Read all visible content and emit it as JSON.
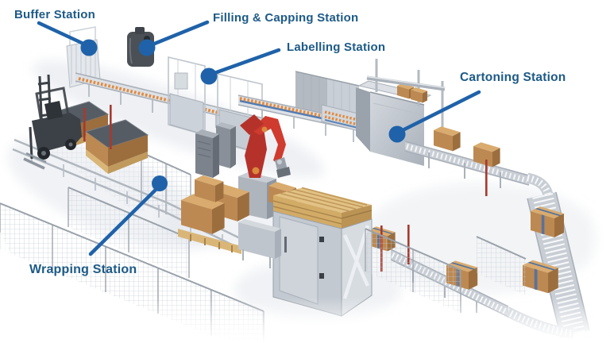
{
  "annotations": {
    "buffer": {
      "label": "Buffer Station"
    },
    "filling_capping": {
      "label": "Filling & Capping Station"
    },
    "labelling": {
      "label": "Labelling Station"
    },
    "cartoning": {
      "label": "Cartoning Station"
    },
    "wrapping": {
      "label": "Wrapping Station"
    }
  },
  "colors": {
    "label_text": "#1d5a87",
    "leader_blue": "#1f62a9",
    "robot_red": "#cf3b2e",
    "carton_tan": "#bd8952",
    "carton_top": "#d9ab6e",
    "carton_side": "#9c6e3e",
    "tape_blue": "#4a6fa5",
    "pallet_wood": "#d9b678",
    "belt_blue": "#3f6fae",
    "bottle_orange": "#e08a3e",
    "machine_light": "#ccd2d9",
    "machine_dark": "#9aa2ab",
    "forklift_dark": "#3c4147"
  }
}
